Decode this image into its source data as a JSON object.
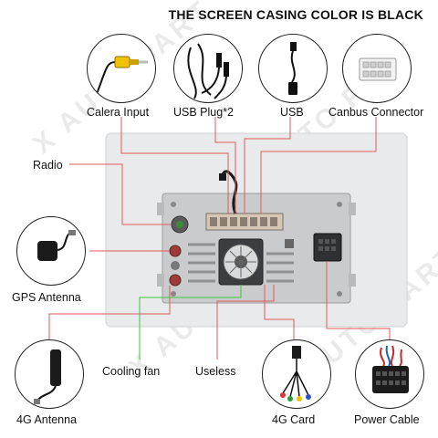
{
  "title": "THE SCREEN CASING COLOR IS BLACK",
  "watermark": "X AUTO PART",
  "callouts": {
    "camera_input": "Calera Input",
    "usb_plug": "USB Plug*2",
    "usb": "USB",
    "canbus": "Canbus Connector",
    "radio": "Radio",
    "gps": "GPS Antenna",
    "cooling_fan": "Cooling fan",
    "useless": "Useless",
    "antenna_4g": "4G Antenna",
    "card_4g": "4G Card",
    "power_cable": "Power Cable"
  },
  "colors": {
    "callout_line": "#e05a5a",
    "fan_line": "#3ec43e",
    "panel": "#e9eaeb",
    "backplate": "#c9cbcd",
    "rca_yellow": "#f2c200"
  },
  "icons": [
    "rca-cable-icon",
    "usb-plug-icon",
    "usb-cable-icon",
    "canbus-connector-icon",
    "gps-antenna-icon",
    "antenna-4g-icon",
    "card-4g-cable-icon",
    "power-cable-icon"
  ]
}
